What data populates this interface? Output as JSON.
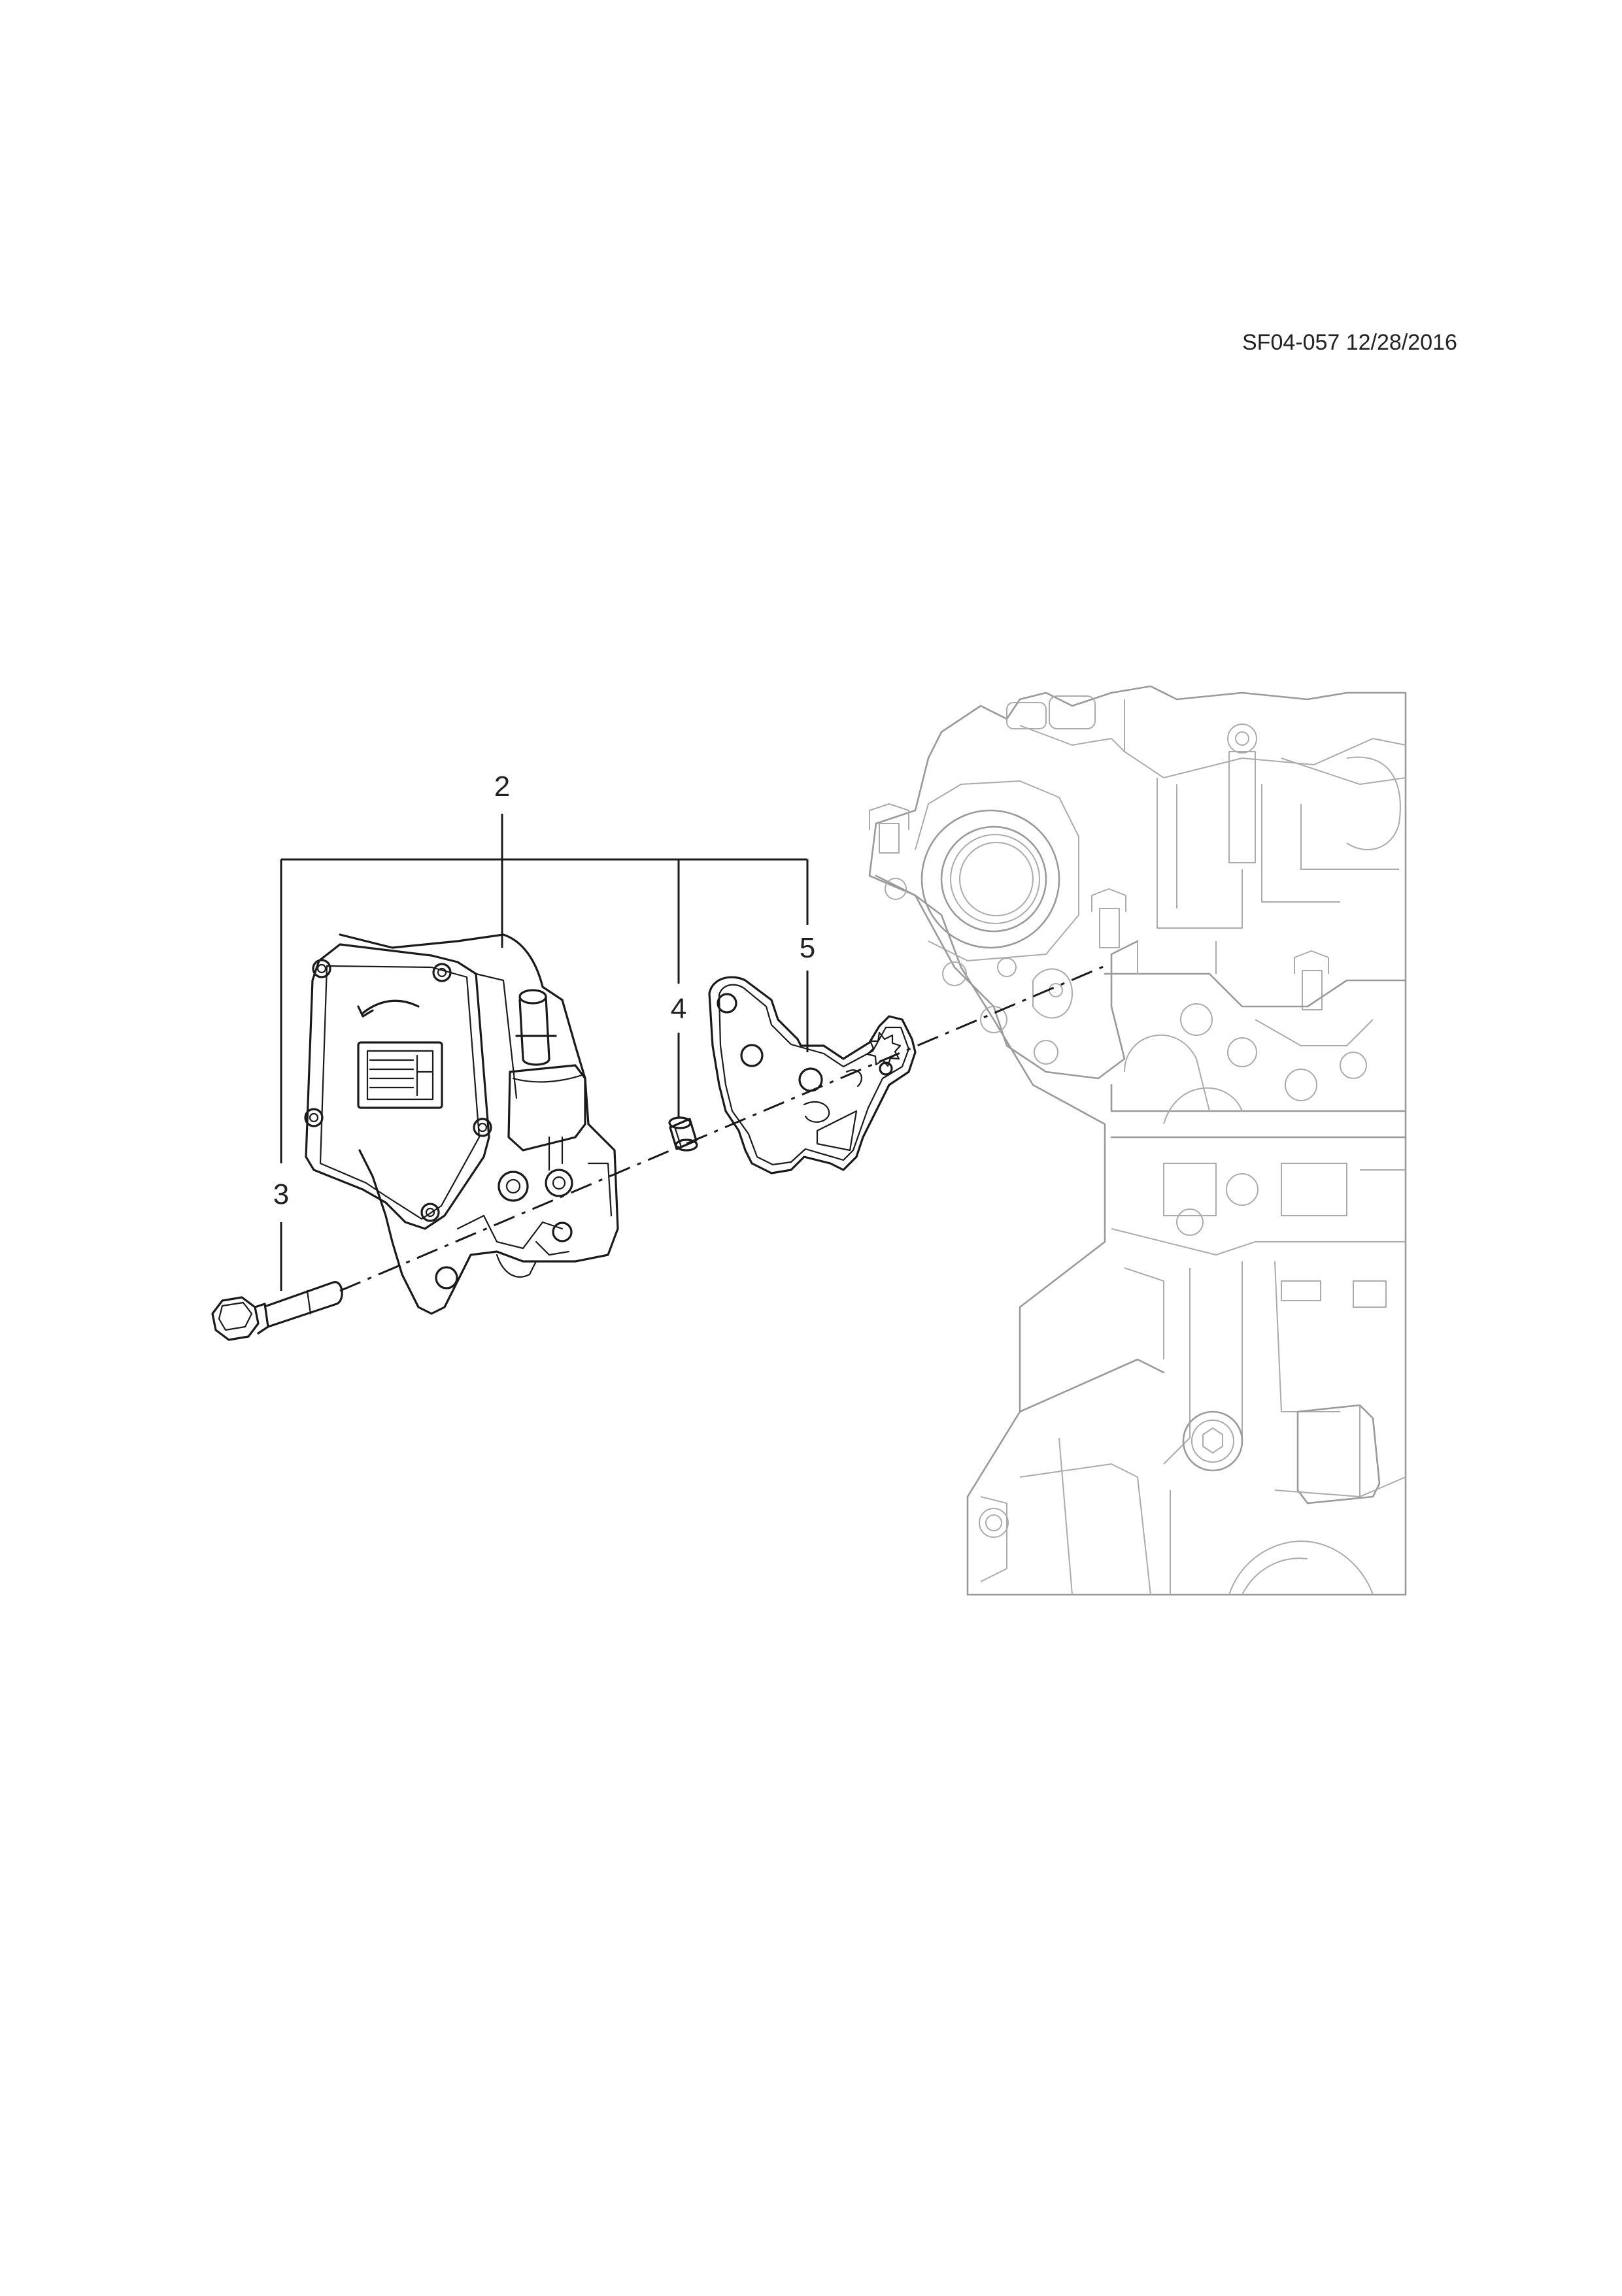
{
  "document": {
    "code": "SF04-057 12/28/2016"
  },
  "callouts": {
    "c2": "2",
    "c3": "3",
    "c4": "4",
    "c5": "5"
  },
  "colors": {
    "line": "#1a1a1a",
    "background_part": "#9a9a9a",
    "paper": "#ffffff"
  }
}
